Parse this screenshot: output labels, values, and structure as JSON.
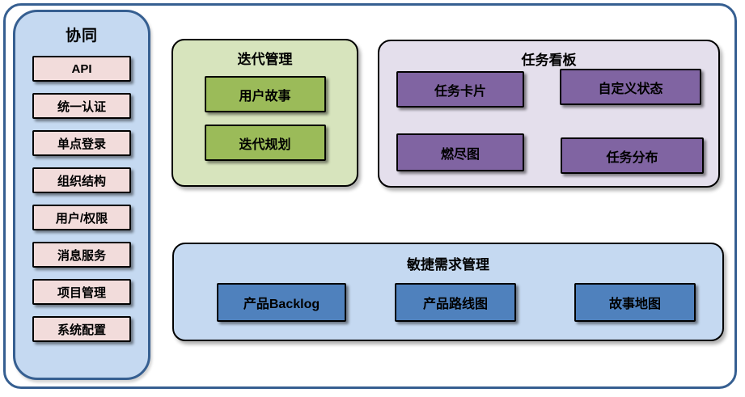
{
  "sidebar": {
    "title": "协同",
    "items": [
      "API",
      "统一认证",
      "单点登录",
      "组织结构",
      "用户/权限",
      "消息服务",
      "项目管理",
      "系统配置"
    ]
  },
  "iteration_panel": {
    "title": "迭代管理",
    "items": [
      "用户故事",
      "迭代规划"
    ]
  },
  "taskboard_panel": {
    "title": "任务看板",
    "items": [
      "任务卡片",
      "自定义状态",
      "燃尽图",
      "任务分布"
    ]
  },
  "requirements_panel": {
    "title": "敏捷需求管理",
    "items": [
      "产品Backlog",
      "产品路线图",
      "故事地图"
    ]
  },
  "colors": {
    "frame_border": "#365f91",
    "panel_blue": "#c5d9f1",
    "item_pink": "#f2dcdb",
    "panel_green": "#d7e4bd",
    "item_green": "#9bbb59",
    "panel_purple": "#e4dfec",
    "item_purple": "#8064a2",
    "item_blue": "#4f81bd",
    "item_border": "#000000"
  }
}
